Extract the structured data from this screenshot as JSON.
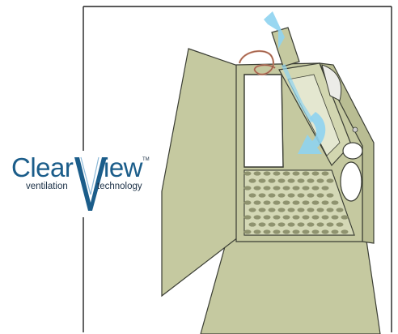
{
  "logo": {
    "clear": "Clear",
    "v": "V",
    "iew": "iew",
    "tm": "TM",
    "ventilation": "ventilation",
    "technology": "technology"
  },
  "colors": {
    "cabinet_fill": "#c5c9a0",
    "cabinet_stroke": "#3a3d33",
    "logo_blue": "#1b5d8a",
    "airflow": "#8ed3ef",
    "hose": "#c8836a"
  }
}
